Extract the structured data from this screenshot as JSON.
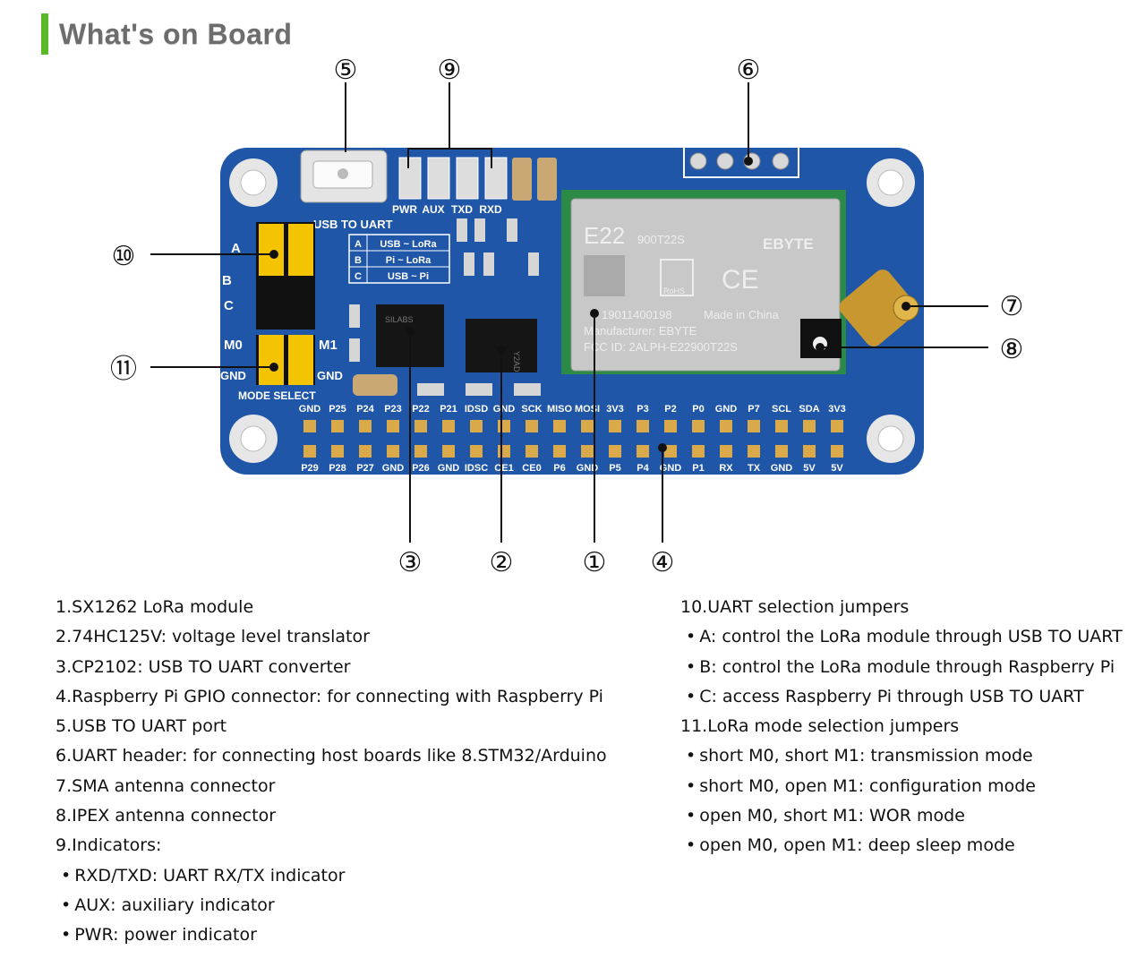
{
  "header": {
    "title": "What's on Board",
    "accent_color": "#58b82a"
  },
  "board": {
    "connector_label": "USB TO UART",
    "indicator_labels": [
      "PWR",
      "AUX",
      "TXD",
      "RXD"
    ],
    "jumper_rows": [
      "A",
      "B",
      "C",
      "M0",
      "M1",
      "GND",
      "GND"
    ],
    "jumper_table": [
      {
        "key": "A",
        "value": "USB ~ LoRa"
      },
      {
        "key": "B",
        "value": "Pi ~ LoRa"
      },
      {
        "key": "C",
        "value": "USB ~ Pi"
      }
    ],
    "mode_select_label": "MODE SELECT",
    "module": {
      "name": "E22",
      "model": "900T22S",
      "brand": "EBYTE",
      "serial": "19011400198",
      "made_in": "Made in China",
      "manufacturer": "Manufacturer: EBYTE",
      "fcc": "FCC ID: 2ALPH-E22900T22S",
      "ce": "CE",
      "rohs": "RoHS"
    },
    "chip_text": "Y2AD",
    "cp_chip_text": "SILABS",
    "pins_top": [
      "GND",
      "P25",
      "P24",
      "P23",
      "P22",
      "P21",
      "IDSD",
      "GND",
      "SCK",
      "MISO",
      "MOSI",
      "3V3",
      "P3",
      "P2",
      "P0",
      "GND",
      "P7",
      "SCL",
      "SDA",
      "3V3"
    ],
    "pins_bottom": [
      "P29",
      "P28",
      "P27",
      "GND",
      "P26",
      "GND",
      "IDSC",
      "CE1",
      "CE0",
      "P6",
      "GND",
      "P5",
      "P4",
      "GND",
      "P1",
      "RX",
      "TX",
      "GND",
      "5V",
      "5V"
    ],
    "callouts": [
      "①",
      "②",
      "③",
      "④",
      "⑤",
      "⑥",
      "⑦",
      "⑧",
      "⑨",
      "⑩",
      "⑪"
    ],
    "board_color": "#1f56a8",
    "jumper_color": "#f5c400"
  },
  "descriptions": {
    "left": [
      {
        "text": "1.SX1262 LoRa module",
        "sub": false
      },
      {
        "text": "2.74HC125V: voltage level translator",
        "sub": false
      },
      {
        "text": "3.CP2102: USB TO UART converter",
        "sub": false
      },
      {
        "text": "4.Raspberry Pi GPIO connector: for connecting with Raspberry Pi",
        "sub": false
      },
      {
        "text": "5.USB TO UART port",
        "sub": false
      },
      {
        "text": "6.UART header: for connecting host boards like 8.STM32/Arduino",
        "sub": false
      },
      {
        "text": "7.SMA antenna connector",
        "sub": false
      },
      {
        "text": "8.IPEX antenna connector",
        "sub": false
      },
      {
        "text": "9.Indicators:",
        "sub": false
      },
      {
        "text": "RXD/TXD: UART RX/TX indicator",
        "sub": true
      },
      {
        "text": "AUX: auxiliary indicator",
        "sub": true
      },
      {
        "text": "PWR: power indicator",
        "sub": true
      }
    ],
    "right": [
      {
        "text": "10.UART selection jumpers",
        "sub": false
      },
      {
        "text": "A: control the LoRa module through USB TO UART",
        "sub": true
      },
      {
        "text": "B: control the LoRa module through Raspberry Pi",
        "sub": true
      },
      {
        "text": "C: access Raspberry Pi through USB TO UART",
        "sub": true
      },
      {
        "text": "11.LoRa mode selection jumpers",
        "sub": false
      },
      {
        "text": "short M0, short M1: transmission mode",
        "sub": true
      },
      {
        "text": "short M0, open M1: configuration mode",
        "sub": true
      },
      {
        "text": "open M0, short M1: WOR mode",
        "sub": true
      },
      {
        "text": "open M0, open M1: deep sleep mode",
        "sub": true
      }
    ],
    "bullet": "•"
  }
}
